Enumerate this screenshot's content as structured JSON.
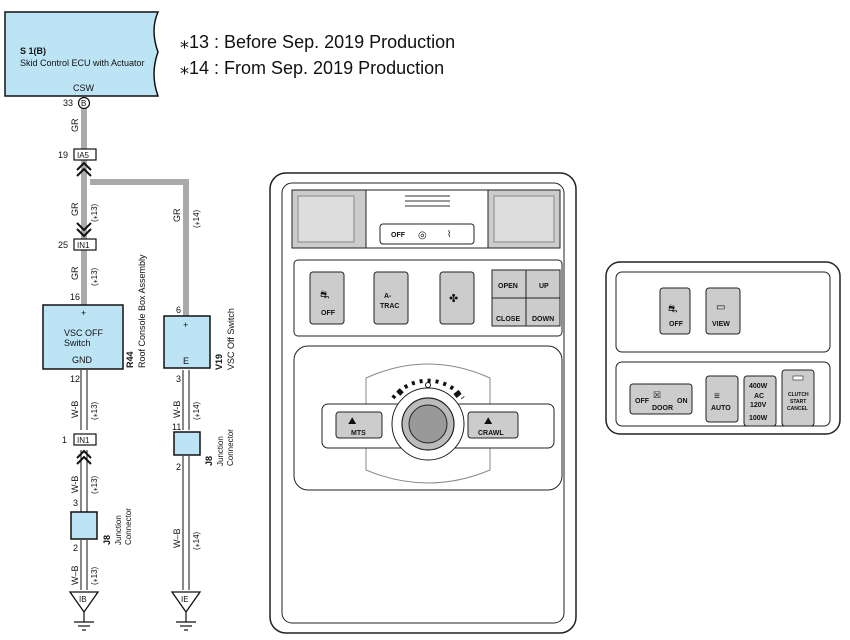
{
  "notes": {
    "n13": "⁎13 : Before Sep.  2019 Production",
    "n14": "⁎14 : From Sep.  2019 Production"
  },
  "ecu": {
    "ref": "S 1(B)",
    "name": "Skid Control ECU with Actuator",
    "terminal": "CSW",
    "pin": "33",
    "pin_letter": "B"
  },
  "connectors": {
    "ia5": {
      "pin": "19",
      "label": "IA5"
    },
    "in1_top": {
      "pin": "25",
      "label": "IN1"
    },
    "in1_bottom": {
      "pin": "1",
      "label": "IN1"
    }
  },
  "wires": {
    "gr": "GR",
    "wb": "W-B",
    "wb2": "W–B",
    "variant13": "(⁎13)",
    "variant14": "(⁎14)"
  },
  "vsc_switch_r44": {
    "pin_top": "16",
    "plus": "+",
    "name_line1": "VSC OFF",
    "name_line2": "Switch",
    "gnd": "GND",
    "pin_bottom": "12",
    "ref": "R44",
    "assembly": "Roof Console Box Assembly"
  },
  "vsc_switch_v19": {
    "pin_top": "6",
    "plus": "+",
    "e": "E",
    "pin_bottom": "3",
    "ref": "V19",
    "name": "VSC Off Switch"
  },
  "junction_left": {
    "pin_top": "3",
    "pin_bottom": "2",
    "ref": "J8",
    "name1": "Junction",
    "name2": "Connector"
  },
  "junction_right": {
    "pin_top": "11",
    "pin_bottom": "2",
    "ref": "J8",
    "name1": "Junction",
    "name2": "Connector"
  },
  "grounds": {
    "left": "IB",
    "right": "IE"
  },
  "console_left": {
    "top_panel": {
      "off": "OFF"
    },
    "buttons": {
      "vsc_off": "OFF",
      "atrac_1": "A-",
      "atrac_2": "TRAC",
      "open": "OPEN",
      "up": "UP",
      "close": "CLOSE",
      "down": "DOWN"
    },
    "dial": {
      "mts": "MTS",
      "crawl": "CRAWL"
    }
  },
  "console_right": {
    "buttons": {
      "vsc_off": "OFF",
      "view": "VIEW",
      "door_off": "OFF",
      "door": "DOOR",
      "door_on": "ON",
      "auto": "AUTO",
      "ac_400": "400W",
      "ac": "AC",
      "ac_120": "120V",
      "ac_100": "100W",
      "clutch_1": "CLUTCH",
      "clutch_2": "START",
      "clutch_3": "CANCEL"
    }
  }
}
